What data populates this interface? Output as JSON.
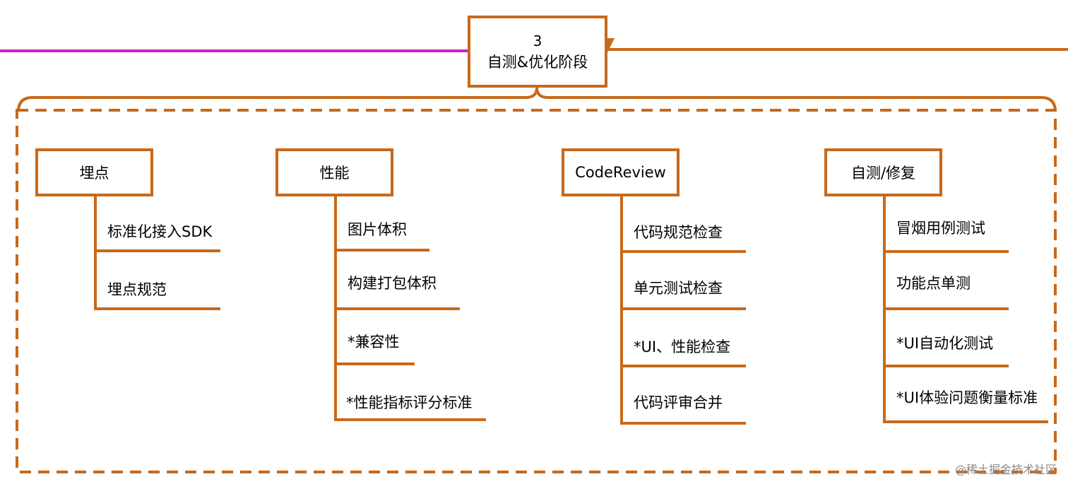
{
  "colors": {
    "line": "#c8691a",
    "accent_line": "#cc1fcc"
  },
  "stage": {
    "number": "3",
    "title": "自测&优化阶段"
  },
  "categories": [
    {
      "title": "埋点",
      "items": [
        "标准化接入SDK",
        "埋点规范"
      ]
    },
    {
      "title": "性能",
      "items": [
        "图片体积",
        "构建打包体积",
        "*兼容性",
        "*性能指标评分标准"
      ]
    },
    {
      "title": "CodeReview",
      "items": [
        "代码规范检查",
        "单元测试检查",
        "*UI、性能检查",
        "代码评审合并"
      ]
    },
    {
      "title": "自测/修复",
      "items": [
        "冒烟用例测试",
        "功能点单测",
        "*UI自动化测试",
        "*UI体验问题衡量标准"
      ]
    }
  ],
  "watermark": "@稀土掘金技术社区"
}
